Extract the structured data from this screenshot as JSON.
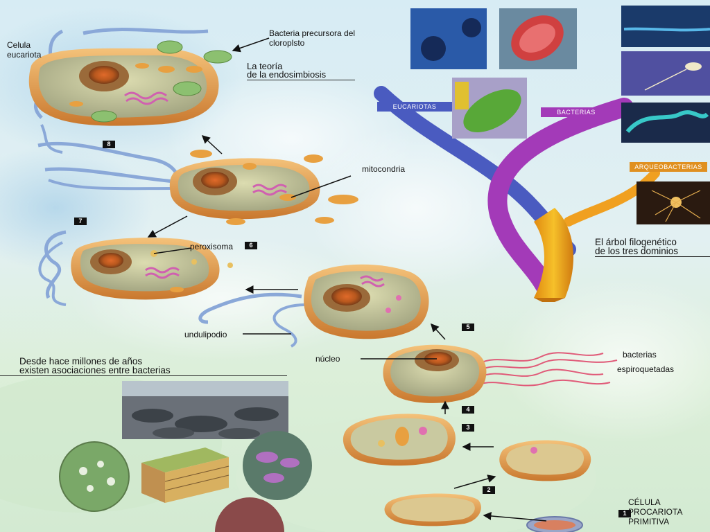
{
  "labels": {
    "celula_eucariota": "Celula\neucariota",
    "bacteria_precursora": "Bacteria precursora del\ncloroplsto",
    "mitocondria": "mitocondria",
    "peroxisoma": "peroxisoma",
    "undulipodio": "undulipodio",
    "nucleo": "núcleo",
    "bacterias_espiroquetadas_1": "bacterias",
    "bacterias_espiroquetadas_2": "espiroquetadas",
    "celula_procariota": "CÉLULA\nPROCARIOTA\nPRIMITIVA"
  },
  "headings": {
    "endosimbiosis_1": "La teoría",
    "endosimbiosis_2": "de la endosimbiosis",
    "arbol_1": "El árbol filogenético",
    "arbol_2": "de los tres dominios",
    "asociaciones_1": "Desde hace millones de años",
    "asociaciones_2": "existen asociaciones entre bacterias"
  },
  "banners": {
    "eucariotas": "EUCARIOTAS",
    "bacterias": "BACTERIAS",
    "arqueobacterias": "ARQUEOBACTERIAS"
  },
  "step_numbers": [
    "1",
    "2",
    "3",
    "4",
    "5",
    "6",
    "7",
    "8"
  ],
  "colors": {
    "eucariotas_branch": "#4a5bc0",
    "bacterias_branch": "#a33ab8",
    "arqueo_branch": "#f0a020",
    "cell_rim": "#e8a050",
    "cell_fill": "#c9c9a0",
    "chloroplast": "#8cc070",
    "golgi": "#d060b0",
    "undulipodium": "#8aa8d8"
  }
}
